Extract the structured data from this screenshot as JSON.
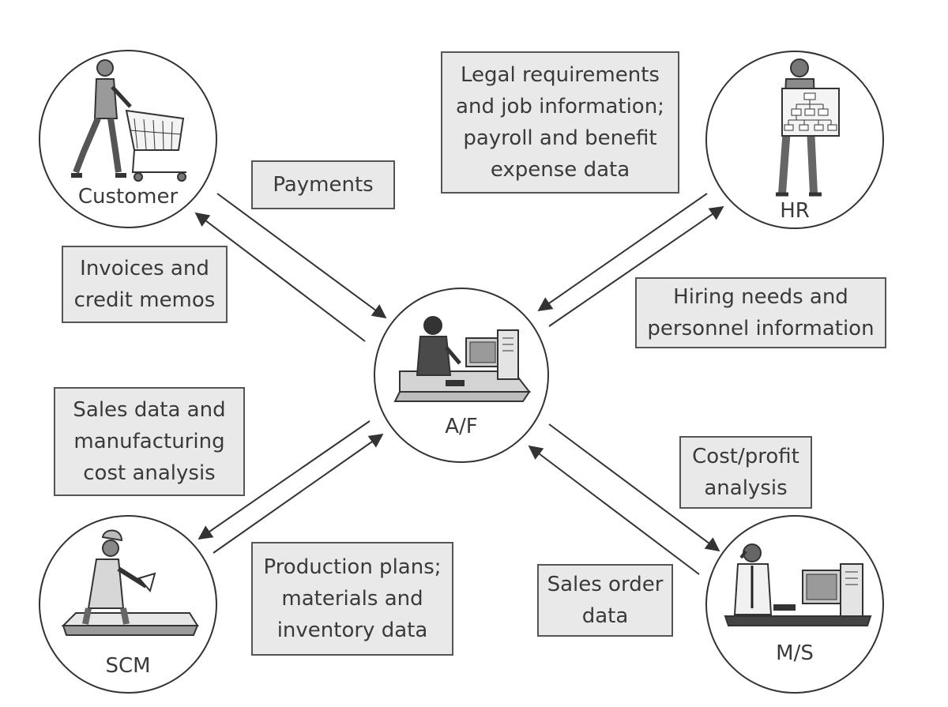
{
  "nodes": {
    "customer": {
      "label": "Customer"
    },
    "hr": {
      "label": "HR"
    },
    "af": {
      "label": "A/F"
    },
    "scm": {
      "label": "SCM"
    },
    "ms": {
      "label": "M/S"
    }
  },
  "flows": {
    "payments": {
      "lines": [
        "Payments"
      ]
    },
    "invoices": {
      "lines": [
        "Invoices and",
        "credit memos"
      ]
    },
    "legal": {
      "lines": [
        "Legal requirements",
        "and job information;",
        "payroll and benefit",
        "expense data"
      ]
    },
    "hiring": {
      "lines": [
        "Hiring needs and",
        "personnel information"
      ]
    },
    "sales_mfg": {
      "lines": [
        "Sales data and",
        "manufacturing",
        "cost analysis"
      ]
    },
    "production": {
      "lines": [
        "Production plans;",
        "materials and",
        "inventory data"
      ]
    },
    "cost_profit": {
      "lines": [
        "Cost/profit",
        "analysis"
      ]
    },
    "sales_order": {
      "lines": [
        "Sales order",
        "data"
      ]
    }
  }
}
